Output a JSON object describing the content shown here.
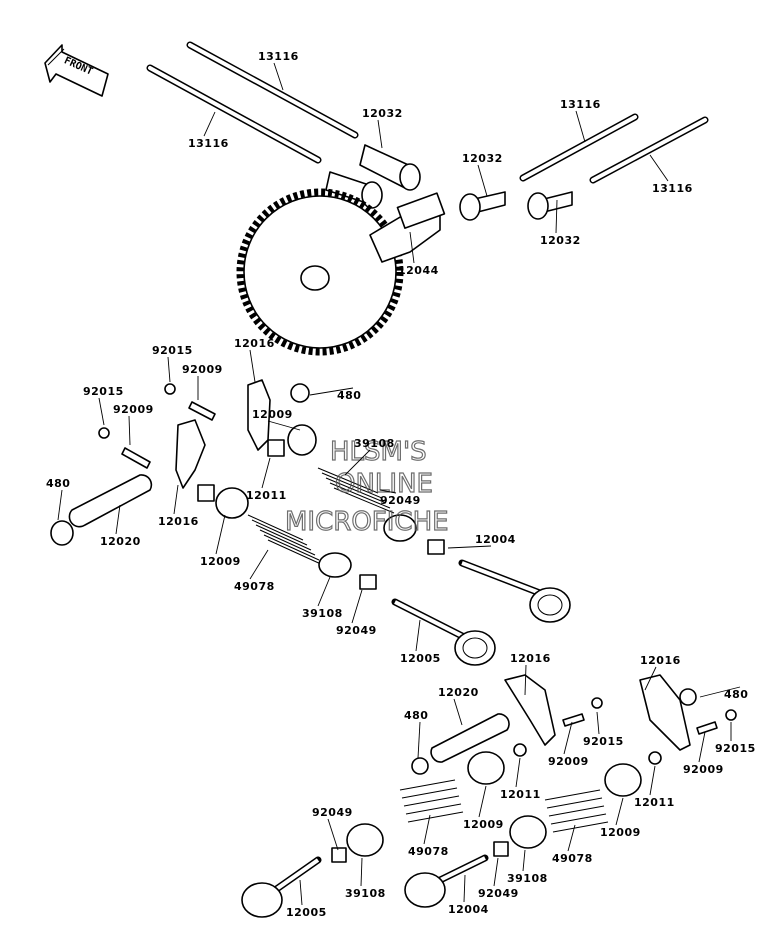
{
  "front_label": "FRONT",
  "watermark": [
    "HLSM'S",
    "ONLINE",
    "MICROFICHE"
  ],
  "part_labels": [
    {
      "id": "pushrod-upper-1",
      "text": "13116"
    },
    {
      "id": "pushrod-upper-2",
      "text": "13116"
    },
    {
      "id": "pushrod-right-1",
      "text": "13116"
    },
    {
      "id": "pushrod-right-2",
      "text": "13116"
    },
    {
      "id": "tappet-1",
      "text": "12032"
    },
    {
      "id": "tappet-2",
      "text": "12032"
    },
    {
      "id": "tappet-3",
      "text": "12032"
    },
    {
      "id": "camshaft",
      "text": "12044"
    },
    {
      "id": "rocker-a",
      "text": "12016"
    },
    {
      "id": "rocker-b",
      "text": "12016"
    },
    {
      "id": "nut-a",
      "text": "92015"
    },
    {
      "id": "nut-b",
      "text": "92015"
    },
    {
      "id": "screw-a",
      "text": "92009"
    },
    {
      "id": "screw-b",
      "text": "92009"
    },
    {
      "id": "circlip-a",
      "text": "480"
    },
    {
      "id": "circlip-b",
      "text": "480"
    },
    {
      "id": "retainer-a",
      "text": "12009"
    },
    {
      "id": "retainer-b",
      "text": "12009"
    },
    {
      "id": "cap-a",
      "text": "12011"
    },
    {
      "id": "shaft-a",
      "text": "12020"
    },
    {
      "id": "spring-a",
      "text": "49078"
    },
    {
      "id": "spring-b-seat",
      "text": "39108"
    },
    {
      "id": "collet-a",
      "text": "92049"
    },
    {
      "id": "seat-a",
      "text": "39108"
    },
    {
      "id": "collet-b",
      "text": "92049"
    },
    {
      "id": "valve-exhaust",
      "text": "12004"
    },
    {
      "id": "valve-intake",
      "text": "12005"
    },
    {
      "id": "rocker-c",
      "text": "12016"
    },
    {
      "id": "rocker-d",
      "text": "12016"
    },
    {
      "id": "shaft-b",
      "text": "12020"
    },
    {
      "id": "circlip-c",
      "text": "480"
    },
    {
      "id": "circlip-d",
      "text": "480"
    },
    {
      "id": "screw-c",
      "text": "92009"
    },
    {
      "id": "nut-c",
      "text": "92015"
    },
    {
      "id": "nut-d",
      "text": "92015"
    },
    {
      "id": "screw-d",
      "text": "92009"
    },
    {
      "id": "cap-c",
      "text": "12011"
    },
    {
      "id": "cap-d",
      "text": "12011"
    },
    {
      "id": "retainer-c",
      "text": "12009"
    },
    {
      "id": "retainer-d",
      "text": "12009"
    },
    {
      "id": "spring-c",
      "text": "49078"
    },
    {
      "id": "spring-d",
      "text": "49078"
    },
    {
      "id": "collet-c",
      "text": "92049"
    },
    {
      "id": "seat-c",
      "text": "39108"
    },
    {
      "id": "seat-d",
      "text": "39108"
    },
    {
      "id": "collet-d",
      "text": "92049"
    },
    {
      "id": "valve-c",
      "text": "12005"
    },
    {
      "id": "valve-d",
      "text": "12004"
    }
  ]
}
